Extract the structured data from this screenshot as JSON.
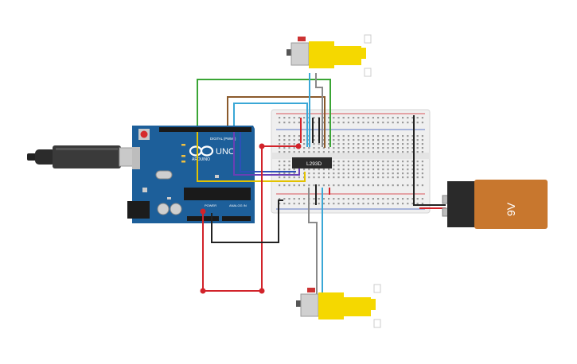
{
  "arduino": {
    "logo_text": "UNO",
    "brand_text": "ARDUINO",
    "digital_label": "DIGITAL (PWM~)",
    "power_label": "POWER",
    "analog_label": "ANALOG IN",
    "board_color": "#1d5f9a"
  },
  "driver_chip": {
    "label": "L293D"
  },
  "battery": {
    "label": "9V",
    "color_orange": "#c8772e",
    "color_black": "#2a2a2a"
  },
  "motors": {
    "color": "#f5d800"
  },
  "wire_colors": {
    "red": "#d2232a",
    "black": "#222222",
    "green": "#3aa535",
    "brown": "#8b5a2b",
    "cyan": "#3aa7d6",
    "yellow": "#e3c200",
    "purple": "#6a3fb5",
    "blue": "#2d4fb8",
    "gray": "#8a8a8a"
  },
  "components": [
    {
      "name": "usb-cable"
    },
    {
      "name": "arduino-uno"
    },
    {
      "name": "breadboard"
    },
    {
      "name": "l293d-driver"
    },
    {
      "name": "dc-motor-top"
    },
    {
      "name": "dc-motor-bottom"
    },
    {
      "name": "battery-9v"
    }
  ]
}
